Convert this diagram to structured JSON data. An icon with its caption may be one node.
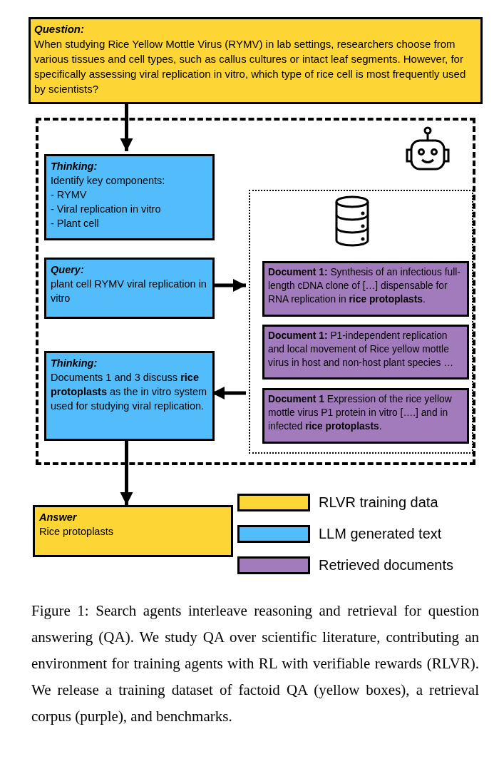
{
  "diagram": {
    "caption": "Figure 1: Search agents interleave reasoning and retrieval for question answering (QA). We study QA over scientific literature, contributing an environment for training agents with RL with verifiable rewards (RLVR). We release a training dataset of factoid QA (yellow boxes), a retrieval corpus (purple), and benchmarks.",
    "nodes": [
      {
        "text": [
          "Question:",
          "When studying Rice Yellow Mottle Virus (RYMV) in lab settings, researchers choose from various tissues and cell types, such as callus cultures or intact leaf segments. However, for specifically assessing viral replication in vitro, which type of rice cell is most frequently used by scientists?"
        ]
      },
      {
        "text": [],
        "shape": "box"
      },
      {
        "text": [
          "Thinking:",
          "Identify key components:",
          "- RYMV",
          "- Viral replication in vitro",
          "- Plant cell"
        ],
        "in": 1
      },
      {
        "text": [
          "Query:",
          "plant cell RYMV viral replication in vitro"
        ],
        "in": 1
      },
      {
        "text": [
          "Thinking:",
          "Documents 1 and 3 discuss **rice protoplasts** as the in vitro system used for studying viral replication."
        ],
        "in": 1
      },
      {
        "text": [],
        "shape": "box",
        "in": 1
      },
      {
        "text": [
          "**Document 1:** Synthesis of an infectious full-length cDNA clone of […] dispensable for RNA replication in **rice protoplasts**."
        ],
        "in": 5
      },
      {
        "text": [
          "**Document 1:** P1-independent replication and local movement of Rice yellow mottle virus in host and non-host plant species …"
        ],
        "in": 5
      },
      {
        "text": [
          "**Document 1** Expression of the rice yellow mottle virus P1 protein in vitro [….] and in infected **rice protoplasts**."
        ],
        "in": 5
      },
      {
        "text": [
          "Answer",
          "Rice protoplasts"
        ]
      }
    ],
    "edges": [
      {
        "from": 0,
        "to": 2,
        "arrow": "to"
      },
      {
        "from": 3,
        "to": 5,
        "arrow": "to"
      },
      {
        "from": 5,
        "to": 4,
        "arrow": "to"
      },
      {
        "from": 4,
        "to": 9,
        "arrow": "to"
      }
    ],
    "legend": [
      {
        "text": "RLVR training data",
        "color": "#fdd535"
      },
      {
        "text": "LLM generated text",
        "color": "#52bdfa"
      },
      {
        "text": "Retrieved documents",
        "color": "#a27bbd"
      }
    ]
  }
}
